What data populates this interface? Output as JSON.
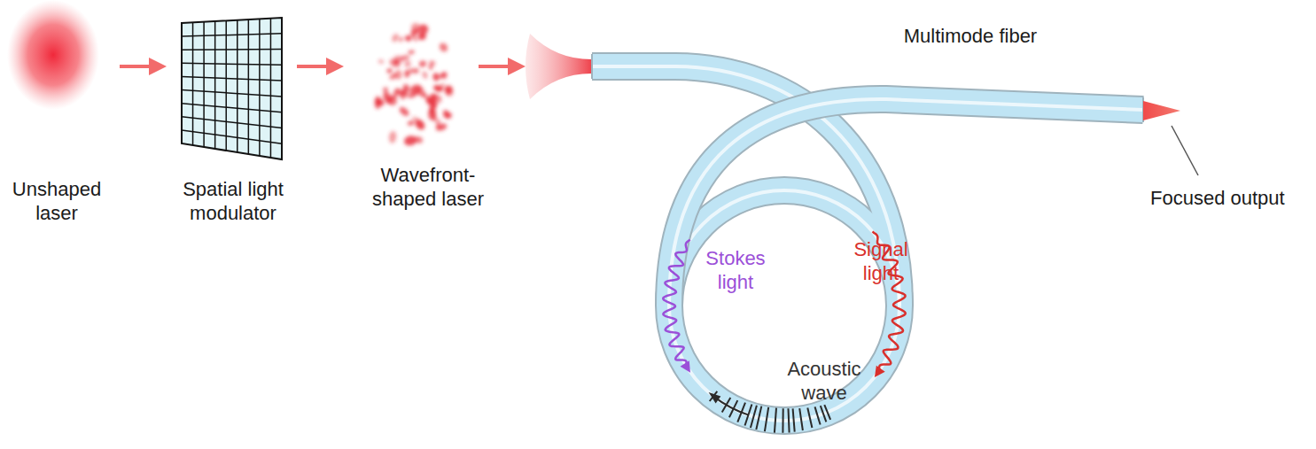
{
  "diagram": {
    "labels": [
      "Unshaped laser",
      "Spatial light modulator",
      "Wavefront-shaped laser",
      "Multimode fiber",
      "Focused output",
      "Stokes light",
      "Signal light",
      "Acoustic wave"
    ]
  }
}
